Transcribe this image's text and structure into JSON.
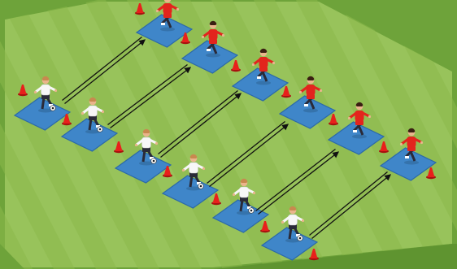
{
  "diagram": {
    "colors": {
      "grass_light": "#98c35b",
      "grass_stripe": "#8cb94c",
      "grass_dark": "#6ea33a",
      "grass_edge": "#5f9430",
      "zone_fill": "#3f86c9",
      "zone_edge": "#2c6aa8",
      "cone": "#e8201b",
      "cone_dark": "#a8120f",
      "red_kit": "#e3241d",
      "white_kit": "#f7f7f7",
      "skin": "#e9b58c",
      "hair_dark": "#3a1f12",
      "hair_light": "#c8894f",
      "shorts_dark": "#2a2a38",
      "arrow": "#111111"
    },
    "pairs": [
      {
        "id": 1,
        "receiver": "red",
        "server": "white",
        "ball": true
      },
      {
        "id": 2,
        "receiver": "red",
        "server": "white",
        "ball": true
      },
      {
        "id": 3,
        "receiver": "red",
        "server": "white",
        "ball": true
      },
      {
        "id": 4,
        "receiver": "red",
        "server": "white",
        "ball": true
      },
      {
        "id": 5,
        "receiver": "red",
        "server": "white",
        "ball": true
      },
      {
        "id": 6,
        "receiver": "red",
        "server": "white",
        "ball": true
      }
    ]
  }
}
